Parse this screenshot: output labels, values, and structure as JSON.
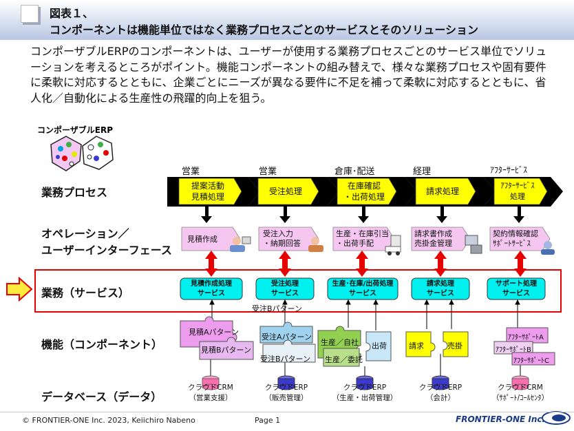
{
  "header": {
    "title_line1": "図表１、",
    "title_line2": "コンポーネントは機能単位ではなく業務プロセスごとのサービスとそのソリューション"
  },
  "intro_text": "コンポーザブルERPのコンポーネントは、ユーザーが使用する業務プロセスごとのサービス単位でソリューションを考えるところがポイント。機能コンポーネントの組み替えで、様々な業務プロセスや固有要件に柔軟に対応するとともに、企業ごとにニーズが異なる要件に不足を補って柔軟に対応するとともに、省人化／自動化による生産性の飛躍的向上を狙う。",
  "logo_label": "コンポーザブルERP",
  "row_labels": {
    "process": "業務プロセス",
    "operation_line1": "オペレーション／",
    "operation_line2": "ユーザーインターフェース",
    "service": "業務（サービス）",
    "function": "機能（コンポーネント）",
    "database": "データベース（データ）"
  },
  "stages": [
    {
      "category": "営業",
      "process_line1": "提案活動",
      "process_line2": "見積処理",
      "operation_line1": "見積作成",
      "operation_line2": "",
      "service_line1": "見積作成処理",
      "service_line2": "サービス",
      "db_line1": "クラウドCRM",
      "db_line2": "（営業支援）"
    },
    {
      "category": "営業",
      "process_line1": "受注処理",
      "process_line2": "",
      "operation_line1": "受注入力",
      "operation_line2": "・納期回答",
      "service_line1": "受注処理",
      "service_line2": "サービス",
      "db_line1": "クラウドERP",
      "db_line2": "（販売管理）"
    },
    {
      "category": "倉庫･配送",
      "process_line1": "在庫確認",
      "process_line2": "・出荷処理",
      "operation_line1": "生産・在庫引当",
      "operation_line2": "・出荷手配",
      "service_line1": "生産･在庫/出荷処理",
      "service_line2": "サービス",
      "db_line1": "クラウドERP",
      "db_line2": "（生産・出荷管理）"
    },
    {
      "category": "経理",
      "process_line1": "請求処理",
      "process_line2": "",
      "operation_line1": "請求書作成",
      "operation_line2": "売掛金管理",
      "service_line1": "請求処理",
      "service_line2": "サービス",
      "db_line1": "クラウドERP",
      "db_line2": "（会計）"
    },
    {
      "category": "ｱﾌﾀｰｻｰﾋﾞｽ",
      "process_line1": "ｱﾌﾀｰｻｰﾋﾞｽ",
      "process_line2": "処理",
      "operation_line1": "契約情報確認",
      "operation_line2": "ｻﾎﾟｰﾄｻｰﾋﾞｽ",
      "service_line1": "サポート処理",
      "service_line2": "サービス",
      "db_line1": "クラウドCRM",
      "db_line2": "（ｻﾎﾟｰﾄ/ｺｰﾙｾﾝﾀ）"
    }
  ],
  "service_note": "受注Bパターン",
  "components": {
    "mitsumori_a": "見積Aパターン",
    "mitsumori_b": "見積Bパターン",
    "juchu_a": "受注Aパターン",
    "juchu_b": "受注Bパターン",
    "seisan_jisha": "生産／自社",
    "seisan_itaku": "生産／委託",
    "shukka": "出荷",
    "seikyu": "請求",
    "urikake": "売掛",
    "after_a": "ｱﾌﾀｰｻﾎﾟｰﾄA",
    "after_b": "ｱﾌﾀｰｻﾎﾟｰﾄB",
    "after_c": "ｱﾌﾀｰｻﾎﾟｰﾄC"
  },
  "footer": {
    "copyright": "© FRONTIER-ONE Inc. 2023,  Keiichiro  Nabeno",
    "page": "Page 1",
    "brand": "FRONTIER-ONE Inc."
  },
  "colors": {
    "process_yellow": "#ffff00",
    "operation_pink": "#f4c6f0",
    "service_cyan": "#00f0f0",
    "highlight_red": "#e60000",
    "arrow_yellow": "#ffeb3b",
    "puzzle_pink": "#ee9cee",
    "puzzle_blue": "#9fd2ee",
    "puzzle_green": "#92d050",
    "puzzle_yellow": "#ffff00",
    "db_pink": "#ff6fb0",
    "db_blue": "#3a3ad0"
  }
}
